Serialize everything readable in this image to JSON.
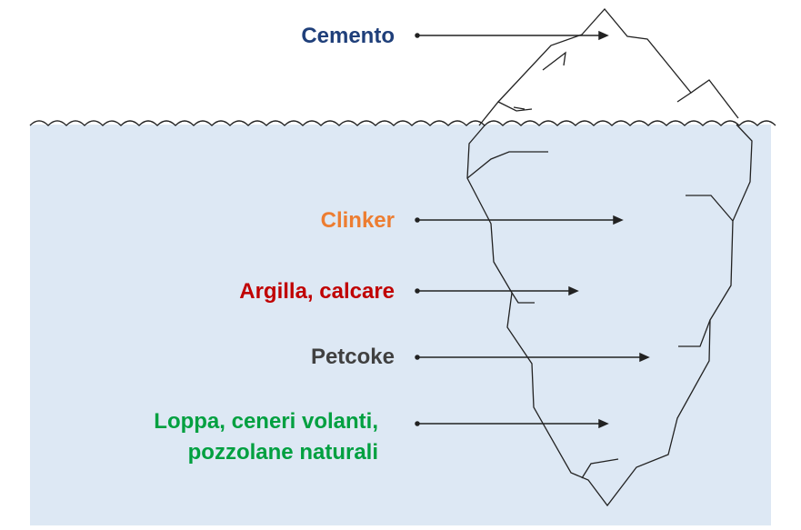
{
  "labels": {
    "cemento": "Cemento",
    "clinker": "Clinker",
    "argilla": "Argilla, calcare",
    "petcoke": "Petcoke",
    "loppa_line1": "Loppa, ceneri volanti,",
    "loppa_line2": "pozzolane naturali"
  },
  "colors": {
    "cemento": "#1f3f7a",
    "clinker": "#ed7d31",
    "argilla": "#c00000",
    "petcoke": "#404040",
    "loppa": "#00a040",
    "water": "#dde8f4",
    "outline": "#000000"
  }
}
